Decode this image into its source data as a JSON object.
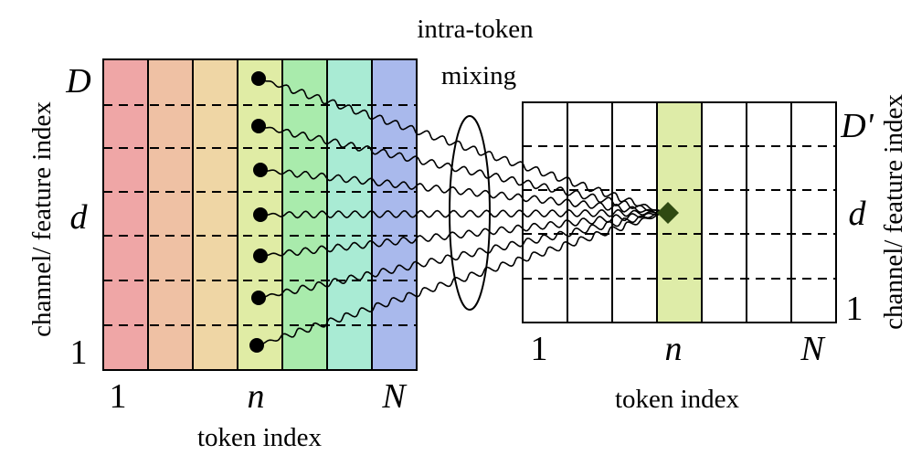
{
  "diagram": {
    "mixing_label_line1": "intra-token",
    "mixing_label_line2": "mixing",
    "left_grid": {
      "column_colors": [
        "#efa6a6",
        "#efc1a4",
        "#efd6a5",
        "#e0eca5",
        "#a9ebac",
        "#a9ebd4",
        "#a9b9ec"
      ],
      "y_axis_label": "channel/ feature index",
      "x_axis_label": "token index",
      "row_labels": {
        "top": "D",
        "middle": "d",
        "bottom": "1"
      },
      "col_labels": {
        "first": "1",
        "middle": "n",
        "last": "N"
      }
    },
    "right_grid": {
      "highlight_color": "#deeca8",
      "y_axis_label": "channel/ feature index",
      "x_axis_label": "token index",
      "row_labels": {
        "top": "D'",
        "middle": "d",
        "bottom": "1"
      },
      "col_labels": {
        "first": "1",
        "middle": "n",
        "last": "N"
      }
    },
    "point_color": "#000000",
    "output_marker_color": "#2f4a12"
  }
}
